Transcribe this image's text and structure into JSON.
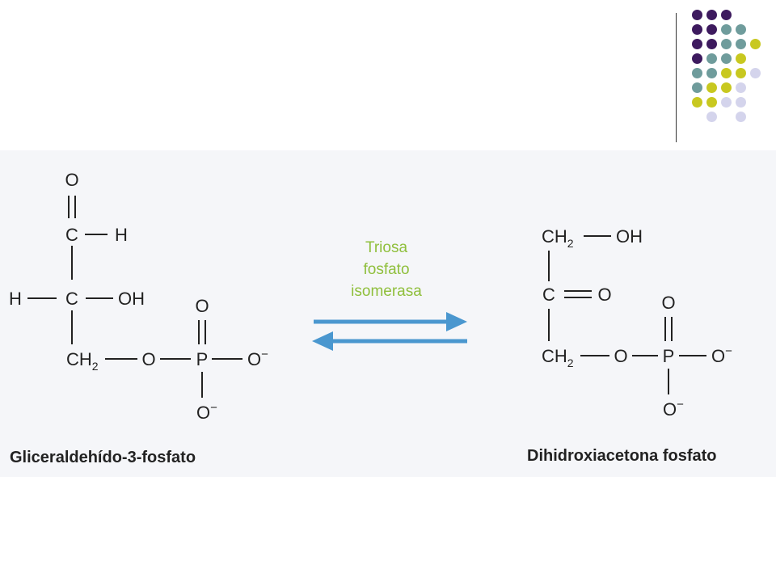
{
  "decor": {
    "colors": {
      "purple": "#3d1a5e",
      "teal": "#6f9c9c",
      "olive": "#c8c820",
      "lavender": "#d4d4ec",
      "text": "#222222",
      "enzyme": "#8fbf3c",
      "arrow": "#4a97cf"
    },
    "dot_rows": [
      [
        "",
        "purple",
        "purple",
        "purple",
        ""
      ],
      [
        "",
        "purple",
        "purple",
        "teal",
        "teal"
      ],
      [
        "",
        "purple",
        "purple",
        "teal",
        "teal",
        "olive"
      ],
      [
        "",
        "purple",
        "teal",
        "teal",
        "olive",
        ""
      ],
      [
        "",
        "teal",
        "teal",
        "olive",
        "olive",
        "lavender"
      ],
      [
        "",
        "teal",
        "olive",
        "olive",
        "lavender",
        ""
      ],
      [
        "",
        "olive",
        "olive",
        "lavender",
        "lavender",
        ""
      ],
      [
        "",
        "",
        "lavender",
        "",
        "lavender",
        ""
      ]
    ]
  },
  "reaction": {
    "enzyme": {
      "line1": "Triosa",
      "line2": "fosfato",
      "line3": "isomerasa"
    },
    "reactant": {
      "name": "Gliceraldehído-3-fosfato",
      "atoms": {
        "o_top": "O",
        "c1": "C",
        "h1": "H",
        "h2": "H",
        "c2": "C",
        "oh": "OH",
        "ch": "CH",
        "ch_sub": "2",
        "o_link": "O",
        "p": "P",
        "o_right": "O",
        "o_right_charge": "−",
        "o_up": "O",
        "o_down": "O",
        "o_down_charge": "−"
      }
    },
    "product": {
      "name": "Dihidroxiacetona fosfato",
      "atoms": {
        "ch_top": "CH",
        "ch_top_sub": "2",
        "oh": "OH",
        "c_mid": "C",
        "o_mid": "O",
        "ch_bot": "CH",
        "ch_bot_sub": "2",
        "o_link": "O",
        "p": "P",
        "o_right": "O",
        "o_right_charge": "−",
        "o_up": "O",
        "o_down": "O",
        "o_down_charge": "−"
      }
    }
  }
}
